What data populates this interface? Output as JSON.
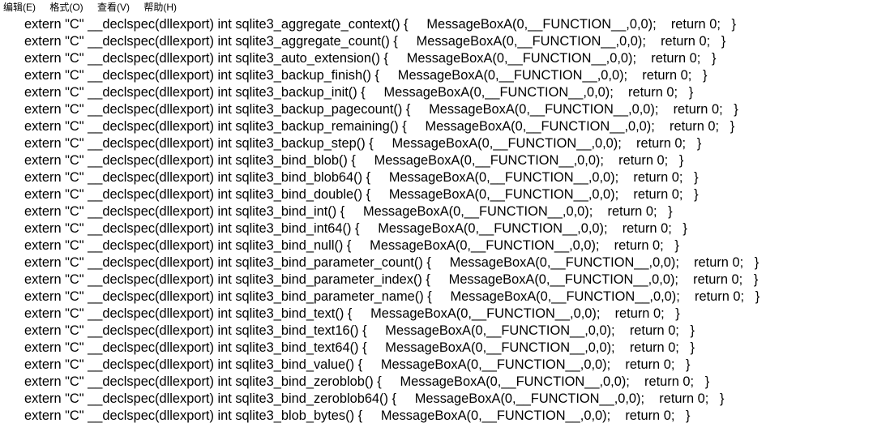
{
  "menubar": {
    "items": [
      {
        "label": "编辑(E)"
      },
      {
        "label": "格式(O)"
      },
      {
        "label": "查看(V)"
      },
      {
        "label": "帮助(H)"
      }
    ]
  },
  "editor": {
    "lines": [
      "extern \"C\" __declspec(dllexport) int sqlite3_aggregate_context() {     MessageBoxA(0,__FUNCTION__,0,0);    return 0;   }",
      "extern \"C\" __declspec(dllexport) int sqlite3_aggregate_count() {     MessageBoxA(0,__FUNCTION__,0,0);    return 0;   }",
      "extern \"C\" __declspec(dllexport) int sqlite3_auto_extension() {     MessageBoxA(0,__FUNCTION__,0,0);    return 0;   }",
      "extern \"C\" __declspec(dllexport) int sqlite3_backup_finish() {     MessageBoxA(0,__FUNCTION__,0,0);    return 0;   }",
      "extern \"C\" __declspec(dllexport) int sqlite3_backup_init() {     MessageBoxA(0,__FUNCTION__,0,0);    return 0;   }",
      "extern \"C\" __declspec(dllexport) int sqlite3_backup_pagecount() {     MessageBoxA(0,__FUNCTION__,0,0);    return 0;   }",
      "extern \"C\" __declspec(dllexport) int sqlite3_backup_remaining() {     MessageBoxA(0,__FUNCTION__,0,0);    return 0;   }",
      "extern \"C\" __declspec(dllexport) int sqlite3_backup_step() {     MessageBoxA(0,__FUNCTION__,0,0);    return 0;   }",
      "extern \"C\" __declspec(dllexport) int sqlite3_bind_blob() {     MessageBoxA(0,__FUNCTION__,0,0);    return 0;   }",
      "extern \"C\" __declspec(dllexport) int sqlite3_bind_blob64() {     MessageBoxA(0,__FUNCTION__,0,0);    return 0;   }",
      "extern \"C\" __declspec(dllexport) int sqlite3_bind_double() {     MessageBoxA(0,__FUNCTION__,0,0);    return 0;   }",
      "extern \"C\" __declspec(dllexport) int sqlite3_bind_int() {     MessageBoxA(0,__FUNCTION__,0,0);    return 0;   }",
      "extern \"C\" __declspec(dllexport) int sqlite3_bind_int64() {     MessageBoxA(0,__FUNCTION__,0,0);    return 0;   }",
      "extern \"C\" __declspec(dllexport) int sqlite3_bind_null() {     MessageBoxA(0,__FUNCTION__,0,0);    return 0;   }",
      "extern \"C\" __declspec(dllexport) int sqlite3_bind_parameter_count() {     MessageBoxA(0,__FUNCTION__,0,0);    return 0;   }",
      "extern \"C\" __declspec(dllexport) int sqlite3_bind_parameter_index() {     MessageBoxA(0,__FUNCTION__,0,0);    return 0;   }",
      "extern \"C\" __declspec(dllexport) int sqlite3_bind_parameter_name() {     MessageBoxA(0,__FUNCTION__,0,0);    return 0;   }",
      "extern \"C\" __declspec(dllexport) int sqlite3_bind_text() {     MessageBoxA(0,__FUNCTION__,0,0);    return 0;   }",
      "extern \"C\" __declspec(dllexport) int sqlite3_bind_text16() {     MessageBoxA(0,__FUNCTION__,0,0);    return 0;   }",
      "extern \"C\" __declspec(dllexport) int sqlite3_bind_text64() {     MessageBoxA(0,__FUNCTION__,0,0);    return 0;   }",
      "extern \"C\" __declspec(dllexport) int sqlite3_bind_value() {     MessageBoxA(0,__FUNCTION__,0,0);    return 0;   }",
      "extern \"C\" __declspec(dllexport) int sqlite3_bind_zeroblob() {     MessageBoxA(0,__FUNCTION__,0,0);    return 0;   }",
      "extern \"C\" __declspec(dllexport) int sqlite3_bind_zeroblob64() {     MessageBoxA(0,__FUNCTION__,0,0);    return 0;   }",
      "extern \"C\" __declspec(dllexport) int sqlite3_blob_bytes() {     MessageBoxA(0,__FUNCTION__,0,0);    return 0;   }"
    ]
  }
}
